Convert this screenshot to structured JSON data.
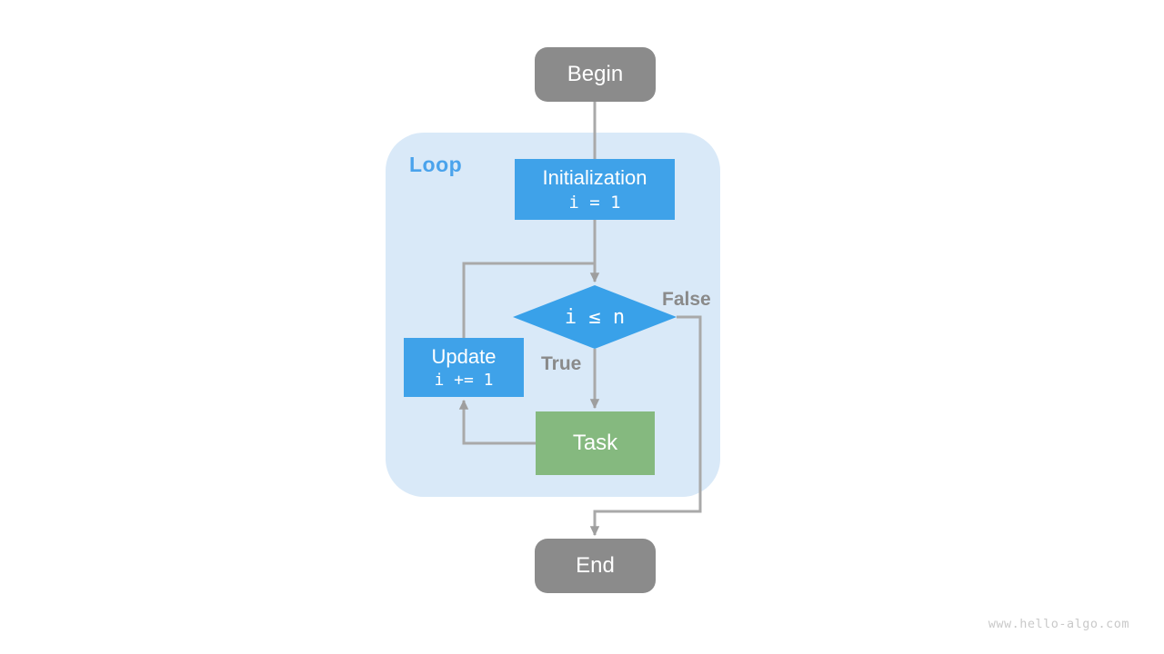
{
  "diagram": {
    "type": "flowchart",
    "topic": "loop control flow",
    "container": {
      "label": "Loop"
    },
    "nodes": {
      "begin": {
        "label": "Begin",
        "shape": "rounded",
        "color": "#8b8b8b"
      },
      "initialization": {
        "label": "Initialization",
        "code": "i = 1",
        "shape": "rect",
        "color": "#3fa2e9"
      },
      "condition": {
        "label": "i ≤ n",
        "shape": "diamond",
        "color": "#39a1e9"
      },
      "update": {
        "label": "Update",
        "code": "i += 1",
        "shape": "rect",
        "color": "#3fa2e9"
      },
      "task": {
        "label": "Task",
        "shape": "rect",
        "color": "#85b97f"
      },
      "end": {
        "label": "End",
        "shape": "rounded",
        "color": "#8b8b8b"
      }
    },
    "edges": [
      {
        "from": "begin",
        "to": "initialization",
        "label": ""
      },
      {
        "from": "initialization",
        "to": "condition",
        "label": ""
      },
      {
        "from": "condition",
        "to": "task",
        "label": "True"
      },
      {
        "from": "condition",
        "to": "end",
        "label": "False"
      },
      {
        "from": "task",
        "to": "update",
        "label": ""
      },
      {
        "from": "update",
        "to": "condition",
        "label": ""
      }
    ],
    "edge_labels": {
      "true": "True",
      "false": "False"
    },
    "colors": {
      "terminal_gray": "#8b8b8b",
      "process_blue": "#3fa2e9",
      "decision_blue": "#39a1e9",
      "task_green": "#85b97f",
      "loop_background": "#d9e9f8",
      "loop_label_blue": "#4aa3ec",
      "arrow_gray": "#a9a9a9",
      "edge_label_gray": "#8a8a8a",
      "watermark_gray": "#c9c9c9"
    },
    "watermark": "www.hello-algo.com"
  }
}
